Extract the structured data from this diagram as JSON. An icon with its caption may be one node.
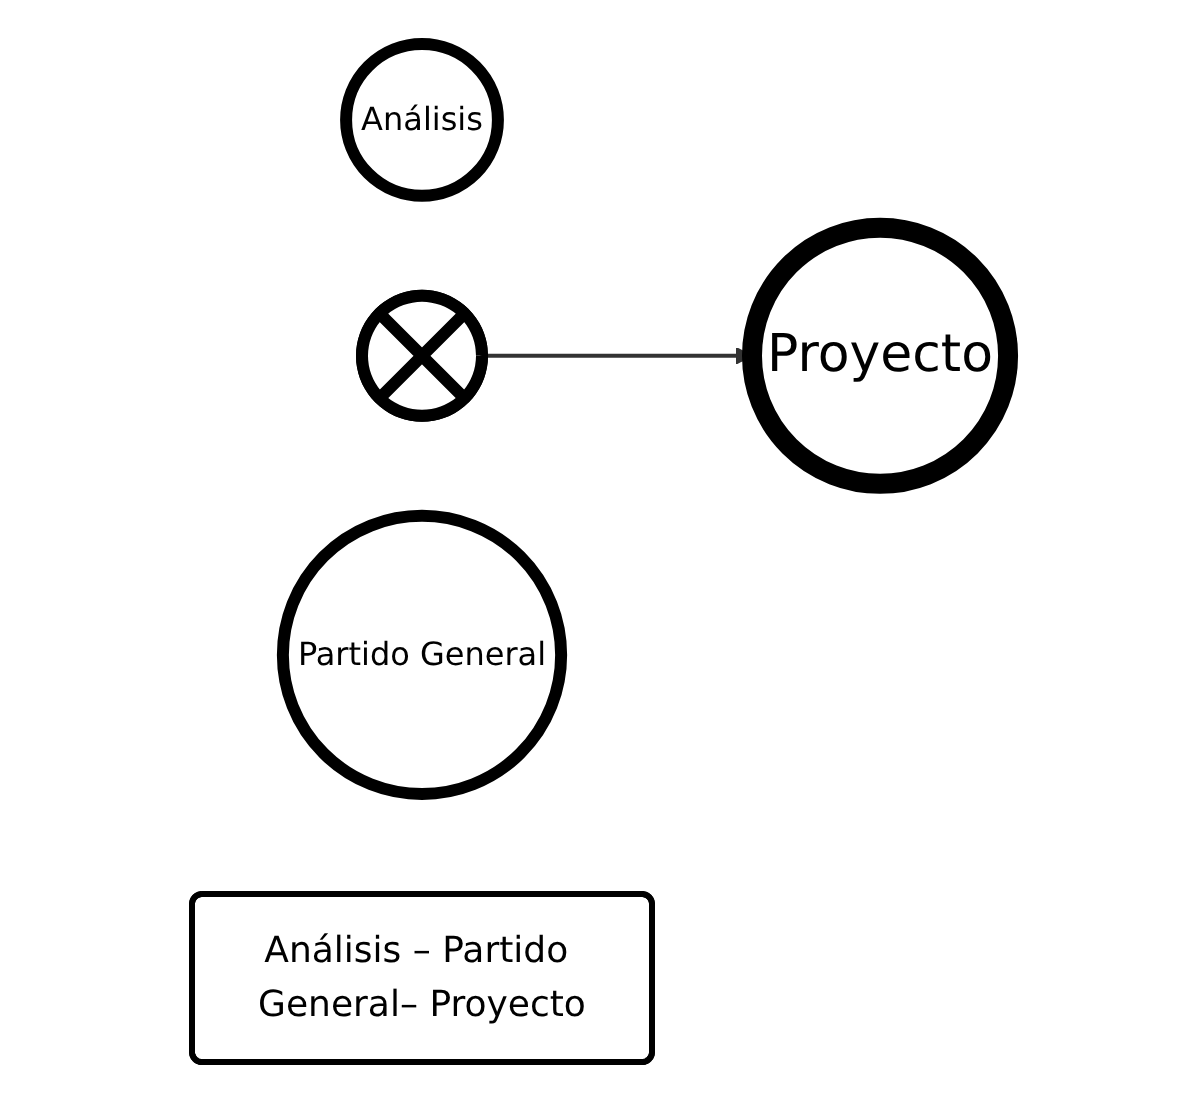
{
  "diagram": {
    "nodes": [
      {
        "text": [
          "Análisis"
        ]
      },
      {
        "text": [],
        "shape": "plus"
      },
      {
        "text": [
          "Partido General"
        ]
      },
      {
        "text": [
          "Proyecto"
        ]
      },
      {
        "text": [
          "Análisis – Partido General– Proyecto"
        ]
      }
    ],
    "edges": [
      {
        "from": 1,
        "to": 3,
        "arrow": "to"
      }
    ]
  }
}
